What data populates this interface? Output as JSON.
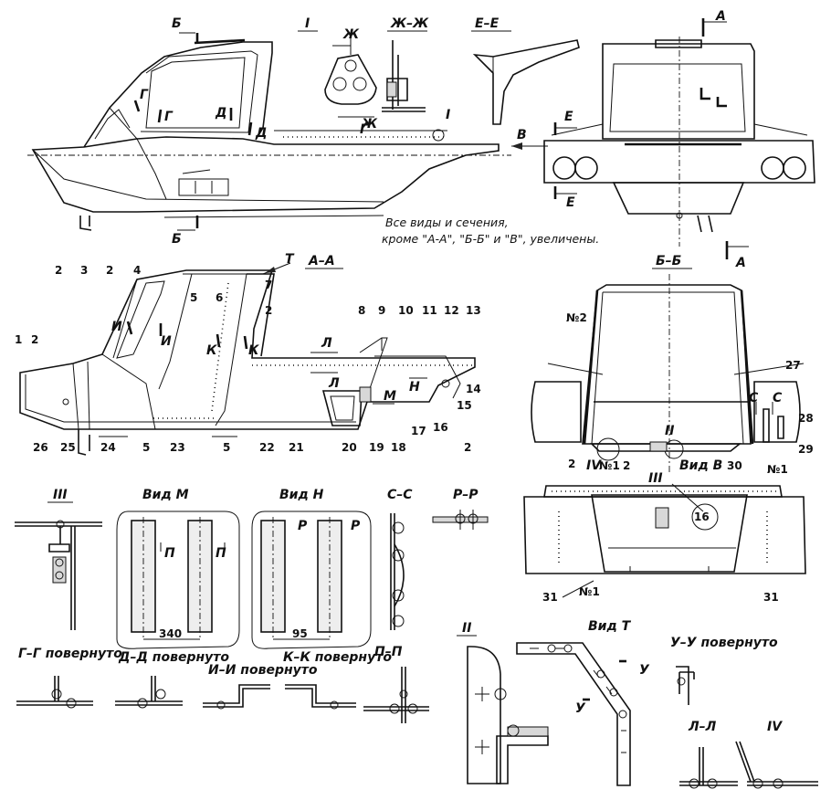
{
  "labels": {
    "view_I": "I",
    "section_ZhZh": "Ж–Ж",
    "section_EE": "Е–Е",
    "section_AA": "А–А",
    "section_BB": "Б–Б",
    "view_III": "III",
    "view_M": "Вид М",
    "view_N": "Вид Н",
    "section_SS": "С–С",
    "section_RR": "Р–Р",
    "section_GG": "Г–Г повернуто",
    "section_DD": "Д–Д повернуто",
    "section_II": "И–И повернуто",
    "section_KK": "К–К повернуто",
    "section_PP": "П–П",
    "view_II": "II",
    "view_T": "Вид Т",
    "section_UU": "У–У повернуто",
    "section_LL": "Л–Л",
    "view_IV": "IV",
    "view_V": "Вид В",
    "marker_A": "А",
    "marker_B": "Б",
    "marker_V": "В",
    "marker_E": "Е",
    "marker_G": "Г",
    "marker_D": "Д",
    "marker_Zh": "Ж",
    "marker_I": "И",
    "marker_K": "К",
    "marker_L": "Л",
    "marker_M": "М",
    "marker_N": "Н",
    "marker_T": "Т",
    "marker_S": "С",
    "marker_P": "П",
    "marker_R": "Р",
    "marker_U": "У",
    "frame_1": "№1",
    "frame_2": "№2"
  },
  "note": {
    "line1": "Все виды и сечения,",
    "line2": "кроме \"А-А\", \"Б-Б\" и \"В\", увеличены."
  },
  "dimensions": {
    "view_M_span": "340",
    "view_N_span": "95"
  },
  "part_numbers": {
    "aa": [
      "1",
      "2",
      "3",
      "2",
      "4",
      "5",
      "6",
      "7",
      "2",
      "8",
      "9",
      "10",
      "11",
      "12",
      "13",
      "14",
      "15",
      "16",
      "17",
      "2",
      "18",
      "19",
      "20",
      "21",
      "22",
      "5",
      "23",
      "5",
      "24",
      "25",
      "26"
    ],
    "bb": [
      "27",
      "28",
      "29",
      "30",
      "2",
      "2",
      "31",
      "31",
      "16"
    ]
  }
}
